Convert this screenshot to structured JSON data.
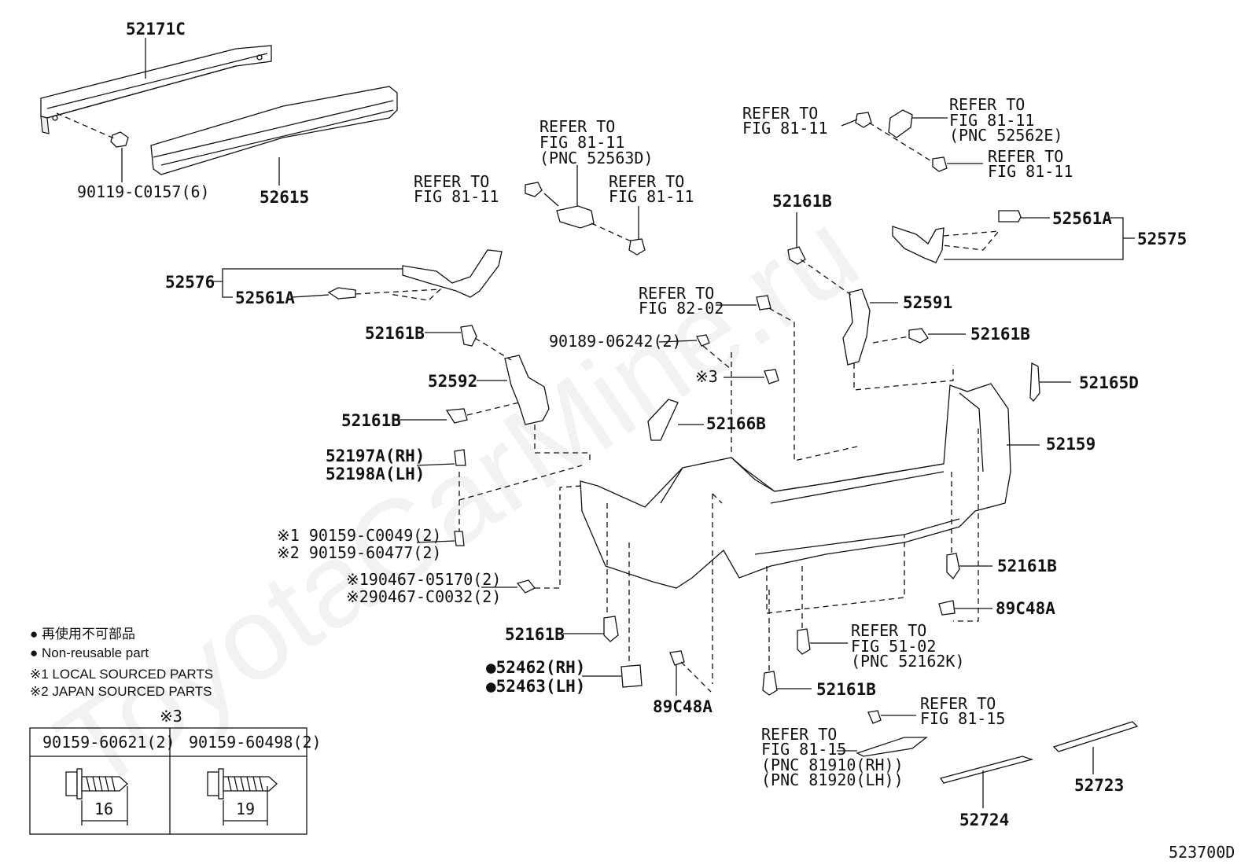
{
  "watermark": "ToyotaCarMine.ru",
  "labels": {
    "p52171C": "52171C",
    "p52615": "52615",
    "p90119": "90119-C0157(6)",
    "p52576": "52576",
    "p52561A_l": "52561A",
    "p52161B_1": "52161B",
    "p52592": "52592",
    "p52161B_2": "52161B",
    "p52197A": "52197A(RH)",
    "p52198A": "52198A(LH)",
    "p90159_1": "※1 90159-C0049(2)",
    "p90159_2": "※2 90159-60477(2)",
    "p90467_1": "※190467-05170(2)",
    "p90467_2": "※290467-C0032(2)",
    "p52161B_3": "52161B",
    "p52462": "●52462(RH)",
    "p52463": "●52463(LH)",
    "p89C48A_1": "89C48A",
    "refA_1": "REFER TO",
    "refA_2": "FIG 81-11",
    "refB_1": "REFER TO",
    "refB_2": "FIG 81-11",
    "refB_3": "(PNC 52563D)",
    "refC_1": "REFER TO",
    "refC_2": "FIG 81-11",
    "refD_1": "REFER TO",
    "refD_2": "FIG 82-02",
    "p90189": "90189-06242(2)",
    "p_x3": "※3",
    "p52166B": "52166B",
    "refE_1": "REFER TO",
    "refE_2": "FIG 81-11",
    "refF_1": "REFER TO",
    "refF_2": "FIG 81-11",
    "refF_3": "(PNC 52562E)",
    "refG_1": "REFER TO",
    "refG_2": "FIG 81-11",
    "p52161B_4": "52161B",
    "p52561A_r": "52561A",
    "p52575": "52575",
    "p52591": "52591",
    "p52161B_5": "52161B",
    "p52165D": "52165D",
    "p52159": "52159",
    "p52161B_6": "52161B",
    "p89C48A_2": "89C48A",
    "refH_1": "REFER TO",
    "refH_2": "FIG 51-02",
    "refH_3": "(PNC 52162K)",
    "p52161B_7": "52161B",
    "refI_1": "REFER TO",
    "refI_2": "FIG 81-15",
    "refJ_1": "REFER TO",
    "refJ_2": "FIG 81-15",
    "refJ_3": "(PNC 81910(RH))",
    "refJ_4": "(PNC 81920(LH))",
    "p52723": "52723",
    "p52724": "52724",
    "figure_code": "523700D"
  },
  "legend": {
    "line1": "● 再使用不可部品",
    "line2": "● Non-reusable part",
    "line3": "※1 LOCAL SOURCED PARTS",
    "line4": "※2 JAPAN SOURCED PARTS"
  },
  "screw_table": {
    "caption": "※3",
    "col1_part": "90159-60621(2)",
    "col1_len": "16",
    "col2_part": "90159-60498(2)",
    "col2_len": "19"
  }
}
